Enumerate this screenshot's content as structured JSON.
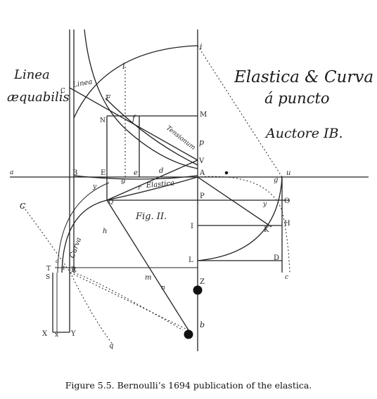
{
  "diagram": {
    "title_lines": [
      "Elastica & Curva",
      "á puncto",
      "Auctore IB."
    ],
    "side_note_lines": [
      "Linea",
      "æquabilis"
    ],
    "fig_label": "Fig. II.",
    "curve_labels": {
      "linea": "Linea",
      "tensionum": "Tensionum",
      "elastica": "Elastica",
      "curva": "Curva"
    },
    "point_labels": {
      "i": "i",
      "l": "l",
      "C": "C",
      "F": "F",
      "N": "N",
      "f": "f",
      "M": "M",
      "p": "p",
      "V": "V",
      "a": "a",
      "B": "B",
      "E": "E",
      "g": "g",
      "e": "e",
      "d": "d",
      "A": "A",
      "g2": "g",
      "u": "u",
      "y": "y",
      "r": "r",
      "P": "P",
      "y2": "y",
      "O": "O",
      "Q": "Q",
      "h": "h",
      "I": "I",
      "K": "K",
      "H": "H",
      "L": "L",
      "D": "D",
      "T": "T",
      "t": "t",
      "a2": "a",
      "R": "R",
      "S": "S",
      "Z": "Z",
      "c": "c",
      "m": "m",
      "n": "n",
      "b": "b",
      "X": "X",
      "x": "x",
      "Y": "Y",
      "q": "q",
      "C2": "C"
    }
  },
  "caption": "Figure 5.5.  Bernoulli’s 1694 publication of the elastica."
}
